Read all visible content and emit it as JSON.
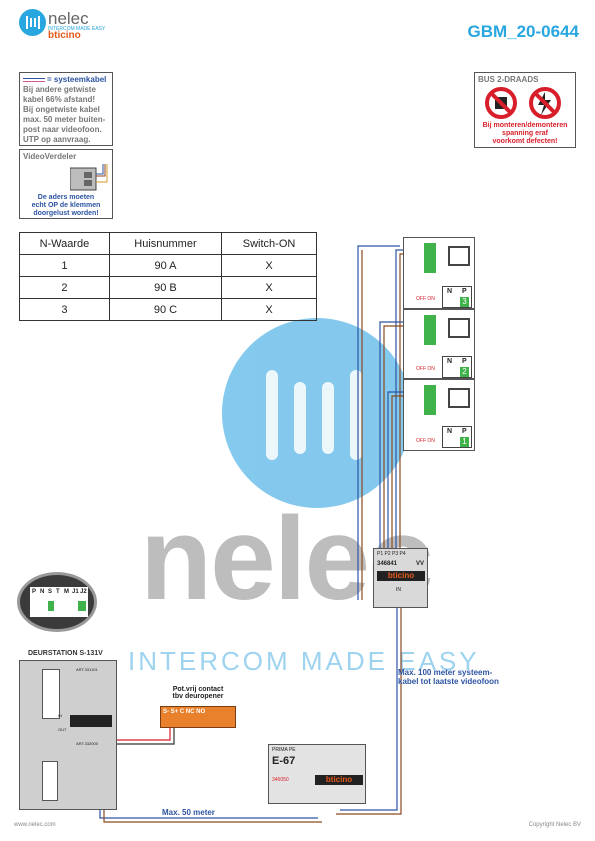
{
  "header": {
    "brand": "nelec",
    "brand_tagline": "INTERCOM MADE EASY",
    "sub_brand": "bticino",
    "document_code": "GBM_20-0644"
  },
  "notes": {
    "cable_legend_title": "= systeemkabel",
    "cable_legend_text": [
      "Bij andere getwiste",
      "kabel 66% afstand!",
      "Bij ongetwiste kabel",
      "max. 50 meter buiten-",
      "post naar videofoon.",
      "UTP op aanvraag."
    ],
    "distributor_title": "VideoVerdeler",
    "distributor_text": [
      "De aders moeten",
      "echt OP de klemmen",
      "doorgelust worden!"
    ],
    "bus_title": "BUS 2-DRAADS",
    "bus_warning": [
      "Bij monteren/demonteren",
      "spanning eraf",
      "voorkomt defecten!"
    ]
  },
  "table": {
    "headers": [
      "N-Waarde",
      "Huisnummer",
      "Switch-ON"
    ],
    "rows": [
      [
        "1",
        "90 A",
        "X"
      ],
      [
        "2",
        "90 B",
        "X"
      ],
      [
        "3",
        "90 C",
        "X"
      ]
    ]
  },
  "videophones": [
    {
      "n": "3"
    },
    {
      "n": "2"
    },
    {
      "n": "1"
    }
  ],
  "videophone_labels": {
    "n": "N",
    "p": "P",
    "off_on": "OFF ON"
  },
  "distributor_unit": {
    "ports": "P1 P2 P3 P4",
    "model": "346841",
    "vv": "VV",
    "brand": "bticino",
    "in": "IN"
  },
  "door_station": {
    "title": "DEURSTATION S-131V",
    "module_top": "ART.331101",
    "module_bottom": "ART.332000",
    "in_label": "IN",
    "out_label": "OUT",
    "dip_labels": [
      "P",
      "N",
      "S",
      "T",
      "M",
      "J1",
      "J2"
    ]
  },
  "contact": {
    "title": "Pot.vrij contact",
    "subtitle": "tbv deuropener",
    "terminals": "S-  S+  C  NC  NO"
  },
  "power_supply": {
    "brand_top": "PRIMA PE",
    "model": "E-67",
    "article": "346050",
    "brand": "bticino"
  },
  "annotations": {
    "max_100": [
      "Max. 100 meter systeem-",
      "kabel tot laatste videofoon"
    ],
    "max_50": "Max. 50 meter"
  },
  "footer": {
    "left": "www.nelec.com",
    "right": "Copyright Nelec BV"
  },
  "watermark": {
    "text": "nelec",
    "subtext": "INTERCOM MADE EASY"
  },
  "colors": {
    "accent": "#27a6df",
    "brand_orange": "#e55a1b",
    "cable_blue": "#2d54a3",
    "cable_brown": "#8a4a22",
    "warning_red": "#d81e2a",
    "terminal_green": "#3fb24a"
  }
}
